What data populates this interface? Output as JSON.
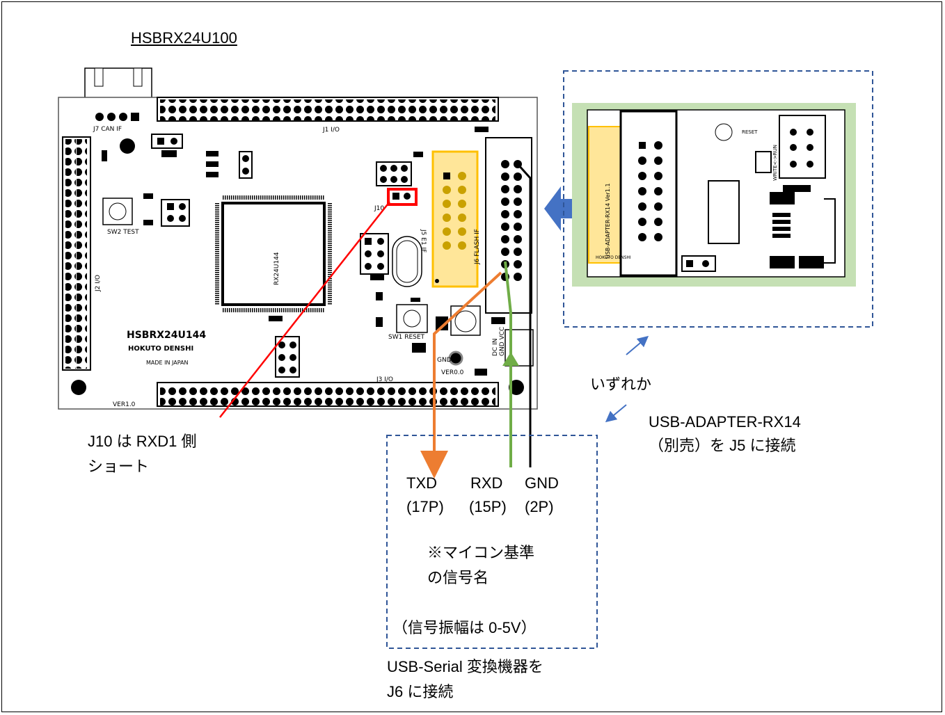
{
  "board": {
    "title": "HSBRX24U100",
    "silk_name": "HSBRX24U144",
    "maker": "HOKUTO DENSHI",
    "made_in": "MADE IN JAPAN",
    "version": "VER1.0",
    "chip": "RX24U144",
    "j1_label": "J1 I/O",
    "j2_label": "J2 I/O",
    "j3_label": "J3 I/O",
    "j5_label": "J5 E1 IF",
    "j6_label": "J6 FLASH IF",
    "j7_label": "J7 CAN IF",
    "j10_label": "J10",
    "sw1_label": "SW1 RESET",
    "sw2_label": "SW2 TEST",
    "dc_in": "DC IN",
    "gnd_vcc": "GND VCC",
    "gnd_label": "GND",
    "ver0": "VER0.0"
  },
  "adapter": {
    "silk": "USB-ADAPTER-RX14 Ver1.1",
    "maker": "HOKUTO DENSHI",
    "reset": "RESET",
    "write_run": "WRITE<->RUN"
  },
  "notes": {
    "j10_line1": "J10 は RXD1 側",
    "j10_line2": "ショート",
    "either": "いずれか",
    "adapter_line1": "USB-ADAPTER-RX14",
    "adapter_line2": "（別売）を J5 に接続",
    "serial_line1": "USB-Serial 変換機器を",
    "serial_line2": "J6 に接続",
    "sig_txd": "TXD",
    "sig_rxd": "RXD",
    "sig_gnd": "GND",
    "pin_txd": "(17P)",
    "pin_rxd": "(15P)",
    "pin_gnd": "(2P)",
    "ref_line1": "※マイコン基準",
    "ref_line2": "の信号名",
    "amplitude": "（信号振幅は 0-5V）"
  },
  "colors": {
    "txd": "#ed7d31",
    "rxd": "#70ad47",
    "gnd": "#000000",
    "j10_marker": "#ff0000",
    "j5_highlight": "#ffc000",
    "dashed_box": "#2f5597",
    "arrow_blue": "#4472c4",
    "adapter_bg": "#c5e0b4"
  }
}
